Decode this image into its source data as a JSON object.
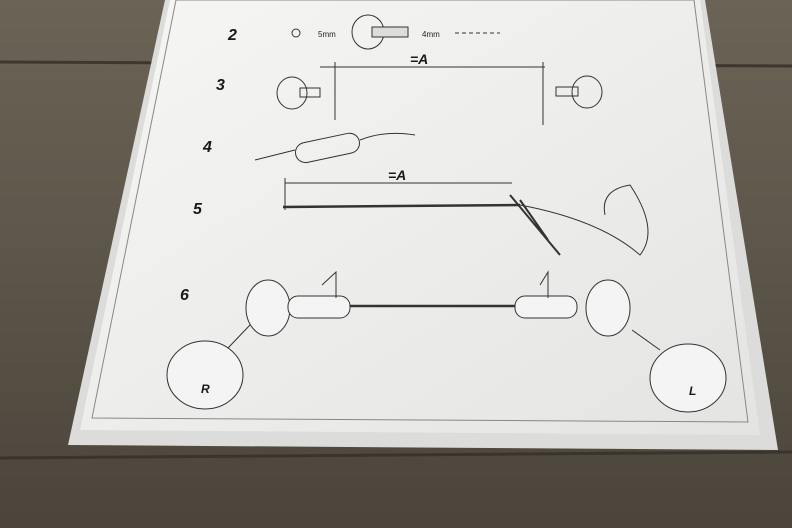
{
  "steps": [
    {
      "number": "2",
      "dim_left": "5mm",
      "dim_right": "4mm"
    },
    {
      "number": "3",
      "measure": "=A"
    },
    {
      "number": "4"
    },
    {
      "number": "5",
      "measure": "=A"
    },
    {
      "number": "6",
      "left_mark": "R",
      "right_mark": "L"
    }
  ],
  "colors": {
    "wood": "#5a5247",
    "paper": "#f2f2f0",
    "ink": "#1a1a1a"
  }
}
